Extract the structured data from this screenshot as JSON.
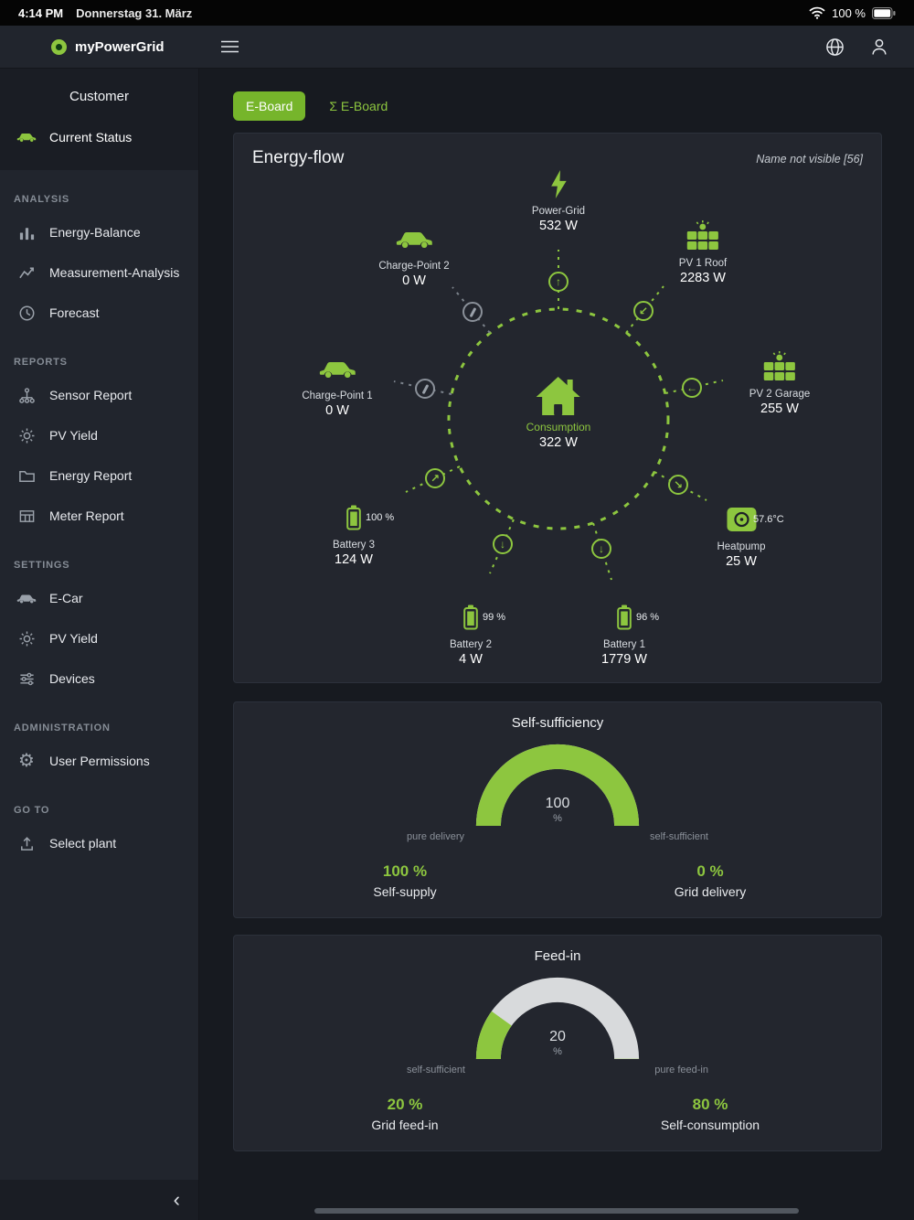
{
  "colors": {
    "accent": "#8dc63f",
    "button": "#76b52b",
    "track": "#d8dadc",
    "cardbg": "#23262e"
  },
  "units": {
    "percent": "%"
  },
  "status_bar": {
    "time": "4:14 PM",
    "date": "Donnerstag 31. März",
    "battery_pct": "100 %"
  },
  "header": {
    "app_name": "myPowerGrid"
  },
  "sidebar": {
    "customer": "Customer",
    "current_status": "Current Status",
    "collapse": "‹",
    "sections": [
      {
        "title": "ANALYSIS",
        "items": [
          "Energy-Balance",
          "Measurement-Analysis",
          "Forecast"
        ]
      },
      {
        "title": "REPORTS",
        "items": [
          "Sensor Report",
          "PV Yield",
          "Energy Report",
          "Meter Report"
        ]
      },
      {
        "title": "SETTINGS",
        "items": [
          "E-Car",
          "PV Yield",
          "Devices"
        ]
      },
      {
        "title": "ADMINISTRATION",
        "items": [
          "User Permissions"
        ]
      },
      {
        "title": "GO TO",
        "items": [
          "Select plant"
        ]
      }
    ]
  },
  "tabs": {
    "primary": "E-Board",
    "secondary": "Σ E-Board"
  },
  "energy_flow": {
    "title": "Energy-flow",
    "plant": "Name not visible [56]",
    "center": {
      "label": "Consumption",
      "value": "322 W"
    },
    "nodes": [
      {
        "name": "Power-Grid",
        "value": "532 W"
      },
      {
        "name": "PV 1 Roof",
        "value": "2283 W"
      },
      {
        "name": "PV 2 Garage",
        "value": "255 W"
      },
      {
        "name": "Heatpump",
        "value": "25 W",
        "badge": "57.6°C"
      },
      {
        "name": "Battery 1",
        "value": "1779 W",
        "badge": "96 %"
      },
      {
        "name": "Battery 2",
        "value": "4 W",
        "badge": "99 %"
      },
      {
        "name": "Battery 3",
        "value": "124 W",
        "badge": "100 %"
      },
      {
        "name": "Charge-Point 1",
        "value": "0 W"
      },
      {
        "name": "Charge-Point 2",
        "value": "0 W"
      }
    ]
  },
  "self_sufficiency": {
    "title": "Self-sufficiency",
    "gauge_value": 100,
    "gauge_label": "100",
    "left_end": "pure delivery",
    "right_end": "self-sufficient",
    "left_value": "100 %",
    "left_label": "Self-supply",
    "right_value": "0 %",
    "right_label": "Grid delivery"
  },
  "feed_in": {
    "title": "Feed-in",
    "gauge_value": 20,
    "gauge_label": "20",
    "left_end": "self-sufficient",
    "right_end": "pure feed-in",
    "left_value": "20 %",
    "left_label": "Grid feed-in",
    "right_value": "80 %",
    "right_label": "Self-consumption"
  }
}
